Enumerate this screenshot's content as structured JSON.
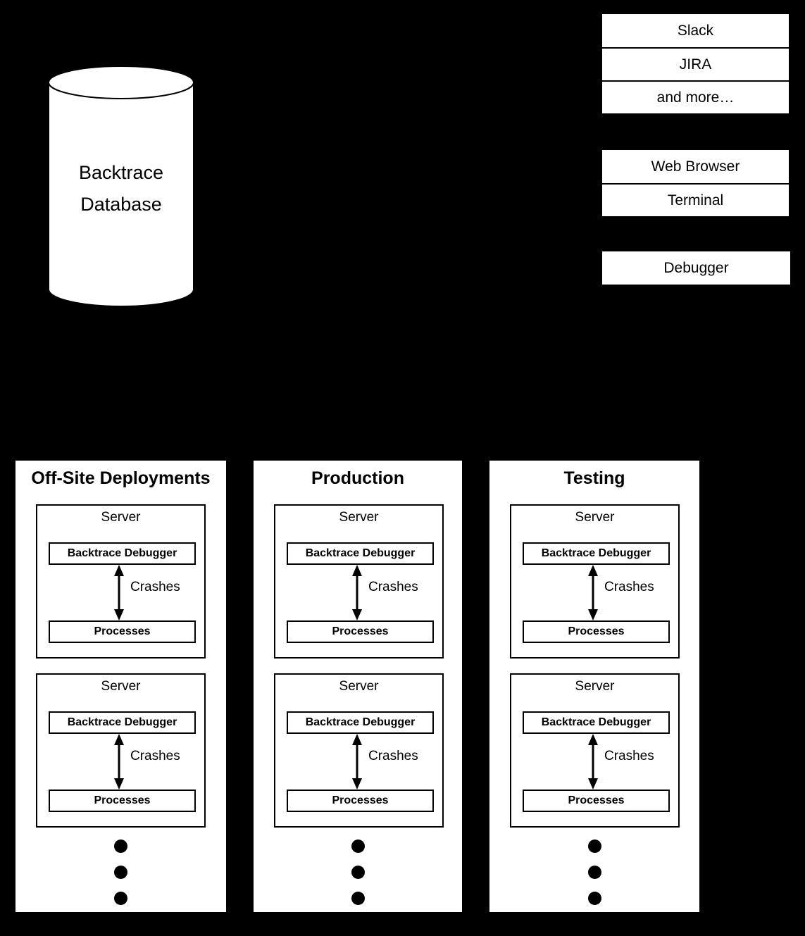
{
  "background_color": "#000000",
  "shape_fill": "#ffffff",
  "stroke_color": "#000000",
  "text_color": "#000000",
  "database": {
    "name": "backtrace-database-cylinder",
    "line1": "Backtrace",
    "line2": "Database"
  },
  "integrations": {
    "group_name": "integrations-stack",
    "items": [
      {
        "label": "Slack"
      },
      {
        "label": "JIRA"
      },
      {
        "label": "and more…"
      }
    ]
  },
  "clients": {
    "group_name": "clients-stack",
    "items": [
      {
        "label": "Web Browser"
      },
      {
        "label": "Terminal"
      }
    ]
  },
  "tools": {
    "group_name": "tools-stack",
    "items": [
      {
        "label": "Debugger"
      }
    ]
  },
  "environments": [
    {
      "title": "Off-Site Deployments",
      "servers": [
        {
          "title": "Server",
          "debugger_label": "Backtrace Debugger",
          "processes_label": "Processes",
          "arrow_label": "Crashes"
        },
        {
          "title": "Server",
          "debugger_label": "Backtrace Debugger",
          "processes_label": "Processes",
          "arrow_label": "Crashes"
        }
      ],
      "ellipsis_dots": 3
    },
    {
      "title": "Production",
      "servers": [
        {
          "title": "Server",
          "debugger_label": "Backtrace Debugger",
          "processes_label": "Processes",
          "arrow_label": "Crashes"
        },
        {
          "title": "Server",
          "debugger_label": "Backtrace Debugger",
          "processes_label": "Processes",
          "arrow_label": "Crashes"
        }
      ],
      "ellipsis_dots": 3
    },
    {
      "title": "Testing",
      "servers": [
        {
          "title": "Server",
          "debugger_label": "Backtrace Debugger",
          "processes_label": "Processes",
          "arrow_label": "Crashes"
        },
        {
          "title": "Server",
          "debugger_label": "Backtrace Debugger",
          "processes_label": "Processes",
          "arrow_label": "Crashes"
        }
      ],
      "ellipsis_dots": 3
    }
  ]
}
